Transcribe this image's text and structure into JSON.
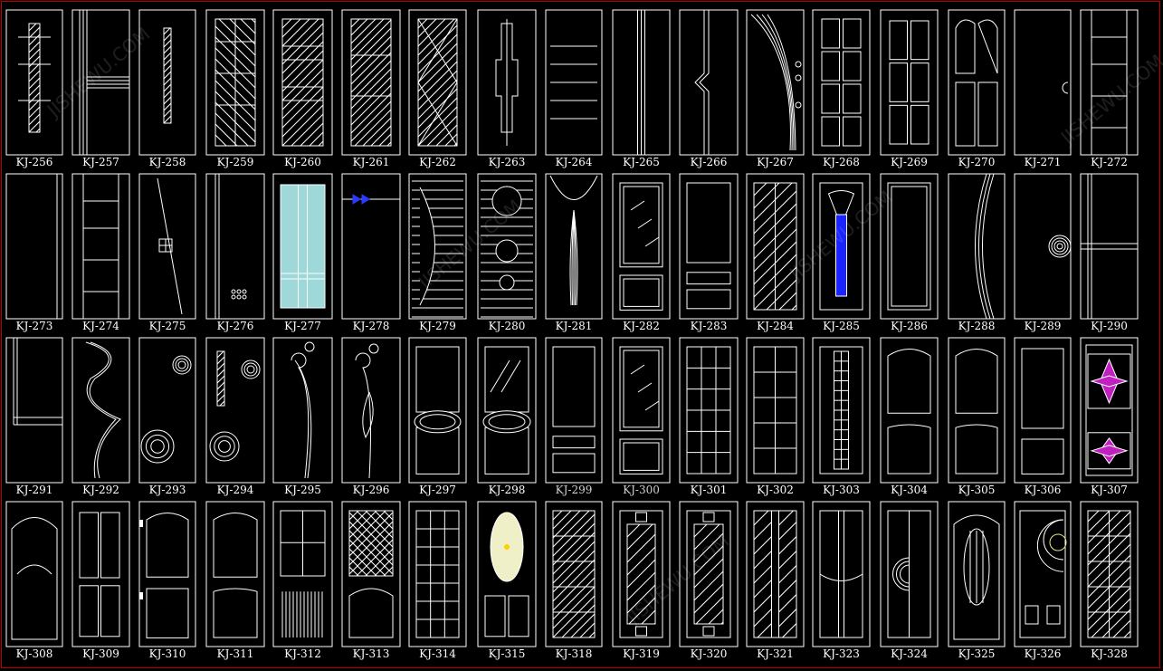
{
  "sheet": {
    "background": "#000000",
    "line_color": "#ffffff",
    "border_color": "#c00000",
    "rows": [
      [
        {
          "label": "KJ-256",
          "pattern": "center-bar",
          "label_color": "#ffffff"
        },
        {
          "label": "KJ-257",
          "pattern": "h-bands",
          "label_color": "#ffffff"
        },
        {
          "label": "KJ-258",
          "pattern": "slim-glass",
          "label_color": "#ffffff"
        },
        {
          "label": "KJ-259",
          "pattern": "glass-grid",
          "label_color": "#ffffff"
        },
        {
          "label": "KJ-260",
          "pattern": "glass-bands",
          "label_color": "#ffffff"
        },
        {
          "label": "KJ-261",
          "pattern": "glass-3",
          "label_color": "#ffffff"
        },
        {
          "label": "KJ-262",
          "pattern": "diamond",
          "label_color": "#ffffff"
        },
        {
          "label": "KJ-263",
          "pattern": "stepped-glass",
          "label_color": "#ffffff"
        },
        {
          "label": "KJ-264",
          "pattern": "h-lines",
          "label_color": "#ffffff"
        },
        {
          "label": "KJ-265",
          "pattern": "v-lines",
          "label_color": "#ffffff"
        },
        {
          "label": "KJ-266",
          "pattern": "zigzag",
          "label_color": "#ffffff"
        },
        {
          "label": "KJ-267",
          "pattern": "curves",
          "label_color": "#ffffff"
        },
        {
          "label": "KJ-268",
          "pattern": "panels-8",
          "label_color": "#ffffff"
        },
        {
          "label": "KJ-269",
          "pattern": "panels-6",
          "label_color": "#ffffff"
        },
        {
          "label": "KJ-270",
          "pattern": "arch-panels",
          "label_color": "#ffffff"
        },
        {
          "label": "KJ-271",
          "pattern": "notch",
          "label_color": "#ffffff"
        },
        {
          "label": "KJ-272",
          "pattern": "ladder",
          "label_color": "#ffffff"
        }
      ],
      [
        {
          "label": "KJ-273",
          "pattern": "plain-split",
          "label_color": "#ffffff"
        },
        {
          "label": "KJ-274",
          "pattern": "ladder",
          "label_color": "#ffffff"
        },
        {
          "label": "KJ-275",
          "pattern": "diagonal",
          "label_color": "#ffffff"
        },
        {
          "label": "KJ-276",
          "pattern": "dots",
          "label_color": "#ffffff"
        },
        {
          "label": "KJ-277",
          "pattern": "cyan-glass",
          "label_color": "#ffffff"
        },
        {
          "label": "KJ-278",
          "pattern": "arrows",
          "label_color": "#ffffff"
        },
        {
          "label": "KJ-279",
          "pattern": "stripes-arc",
          "label_color": "#ffffff"
        },
        {
          "label": "KJ-280",
          "pattern": "stripes-circles",
          "label_color": "#ffffff"
        },
        {
          "label": "KJ-281",
          "pattern": "fan-top",
          "label_color": "#ffffff"
        },
        {
          "label": "KJ-282",
          "pattern": "glass-panel",
          "label_color": "#ffffff"
        },
        {
          "label": "KJ-283",
          "pattern": "panel-3",
          "label_color": "#ffffff"
        },
        {
          "label": "KJ-284",
          "pattern": "hatched-panel",
          "label_color": "#ffffff"
        },
        {
          "label": "KJ-285",
          "pattern": "blue-torch",
          "label_color": "#ffffff"
        },
        {
          "label": "KJ-286",
          "pattern": "tall-frame",
          "label_color": "#ffffff"
        },
        {
          "label": "KJ-288",
          "pattern": "arc-lines",
          "label_color": "#ffffff"
        },
        {
          "label": "KJ-289",
          "pattern": "rings",
          "label_color": "#ffffff"
        },
        {
          "label": "KJ-290",
          "pattern": "cross-lines",
          "label_color": "#ffffff"
        }
      ],
      [
        {
          "label": "KJ-291",
          "pattern": "l-frame",
          "label_color": "#ffffff"
        },
        {
          "label": "KJ-292",
          "pattern": "wave",
          "label_color": "#ffffff"
        },
        {
          "label": "KJ-293",
          "pattern": "roses",
          "label_color": "#ffffff"
        },
        {
          "label": "KJ-294",
          "pattern": "roses-bar",
          "label_color": "#ffffff"
        },
        {
          "label": "KJ-295",
          "pattern": "vine",
          "label_color": "#ffffff"
        },
        {
          "label": "KJ-296",
          "pattern": "vine-leaf",
          "label_color": "#ffffff"
        },
        {
          "label": "KJ-297",
          "pattern": "oval-panel",
          "label_color": "#ffffff"
        },
        {
          "label": "KJ-298",
          "pattern": "oval-glass",
          "label_color": "#ffffff"
        },
        {
          "label": "KJ-299",
          "pattern": "panel-3",
          "label_color": "#cfcfcf"
        },
        {
          "label": "KJ-300",
          "pattern": "glass-panel",
          "label_color": "#cfcfcf"
        },
        {
          "label": "KJ-301",
          "pattern": "grid-4x5",
          "label_color": "#ffffff"
        },
        {
          "label": "KJ-302",
          "pattern": "grid-3x5",
          "label_color": "#ffffff"
        },
        {
          "label": "KJ-303",
          "pattern": "grid-narrow",
          "label_color": "#ffffff"
        },
        {
          "label": "KJ-304",
          "pattern": "arch-2",
          "label_color": "#ffffff"
        },
        {
          "label": "KJ-305",
          "pattern": "arch-2",
          "label_color": "#ffffff"
        },
        {
          "label": "KJ-306",
          "pattern": "panel-2",
          "label_color": "#ffffff"
        },
        {
          "label": "KJ-307",
          "pattern": "magenta-stars",
          "label_color": "#ffffff"
        }
      ],
      [
        {
          "label": "KJ-308",
          "pattern": "arch-classic",
          "label_color": "#ffffff"
        },
        {
          "label": "KJ-309",
          "pattern": "arch-4",
          "label_color": "#ffffff"
        },
        {
          "label": "KJ-310",
          "pattern": "arch-hinged",
          "label_color": "#ffffff"
        },
        {
          "label": "KJ-311",
          "pattern": "arch-2",
          "label_color": "#ffffff"
        },
        {
          "label": "KJ-312",
          "pattern": "window-slats",
          "label_color": "#ffffff"
        },
        {
          "label": "KJ-313",
          "pattern": "lattice-arch",
          "label_color": "#ffffff"
        },
        {
          "label": "KJ-314",
          "pattern": "grid-3x6",
          "label_color": "#ffffff"
        },
        {
          "label": "KJ-315",
          "pattern": "oval-yellow",
          "label_color": "#ffffff"
        },
        {
          "label": "KJ-318",
          "pattern": "hatched-full",
          "label_color": "#ffffff"
        },
        {
          "label": "KJ-319",
          "pattern": "fretwork",
          "label_color": "#ffffff"
        },
        {
          "label": "KJ-320",
          "pattern": "fretwork",
          "label_color": "#ffffff"
        },
        {
          "label": "KJ-321",
          "pattern": "hatched-cols",
          "label_color": "#ffffff"
        },
        {
          "label": "KJ-323",
          "pattern": "arc-center",
          "label_color": "#ffffff"
        },
        {
          "label": "KJ-324",
          "pattern": "half-circle",
          "label_color": "#ffffff"
        },
        {
          "label": "KJ-325",
          "pattern": "oval-grid",
          "label_color": "#ffffff"
        },
        {
          "label": "KJ-326",
          "pattern": "quarter-rose",
          "label_color": "#ffffff"
        },
        {
          "label": "KJ-328",
          "pattern": "hatched-grid",
          "label_color": "#ffffff"
        }
      ]
    ],
    "watermark": "JISHEWU.COM"
  }
}
